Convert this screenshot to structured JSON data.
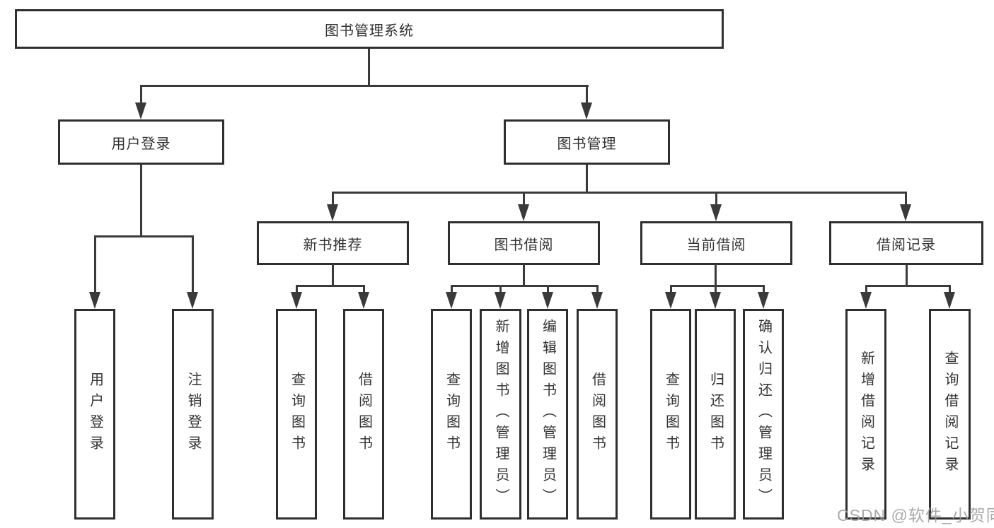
{
  "watermark": "CSDN @软件_小贺同学",
  "colors": {
    "line": "#3a3a3a",
    "box_border": "#2f2f2f",
    "text": "#333333",
    "watermark": "#9b9b9b",
    "background": "#ffffff"
  },
  "tree": {
    "root": {
      "label": "图书管理系统"
    },
    "branches": [
      {
        "label": "用户登录",
        "children": [
          {
            "label": "用户登录"
          },
          {
            "label": "注销登录"
          }
        ]
      },
      {
        "label": "图书管理",
        "children": [
          {
            "label": "新书推荐",
            "children": [
              {
                "label": "查询图书"
              },
              {
                "label": "借阅图书"
              }
            ]
          },
          {
            "label": "图书借阅",
            "children": [
              {
                "label": "查询图书"
              },
              {
                "label": "新增图书（管理员）"
              },
              {
                "label": "编辑图书（管理员）"
              },
              {
                "label": "借阅图书"
              }
            ]
          },
          {
            "label": "当前借阅",
            "children": [
              {
                "label": "查询图书"
              },
              {
                "label": "归还图书"
              },
              {
                "label": "确认归还（管理员）"
              }
            ]
          },
          {
            "label": "借阅记录",
            "children": [
              {
                "label": "新增借阅记录"
              },
              {
                "label": "查询借阅记录"
              }
            ]
          }
        ]
      }
    ]
  }
}
